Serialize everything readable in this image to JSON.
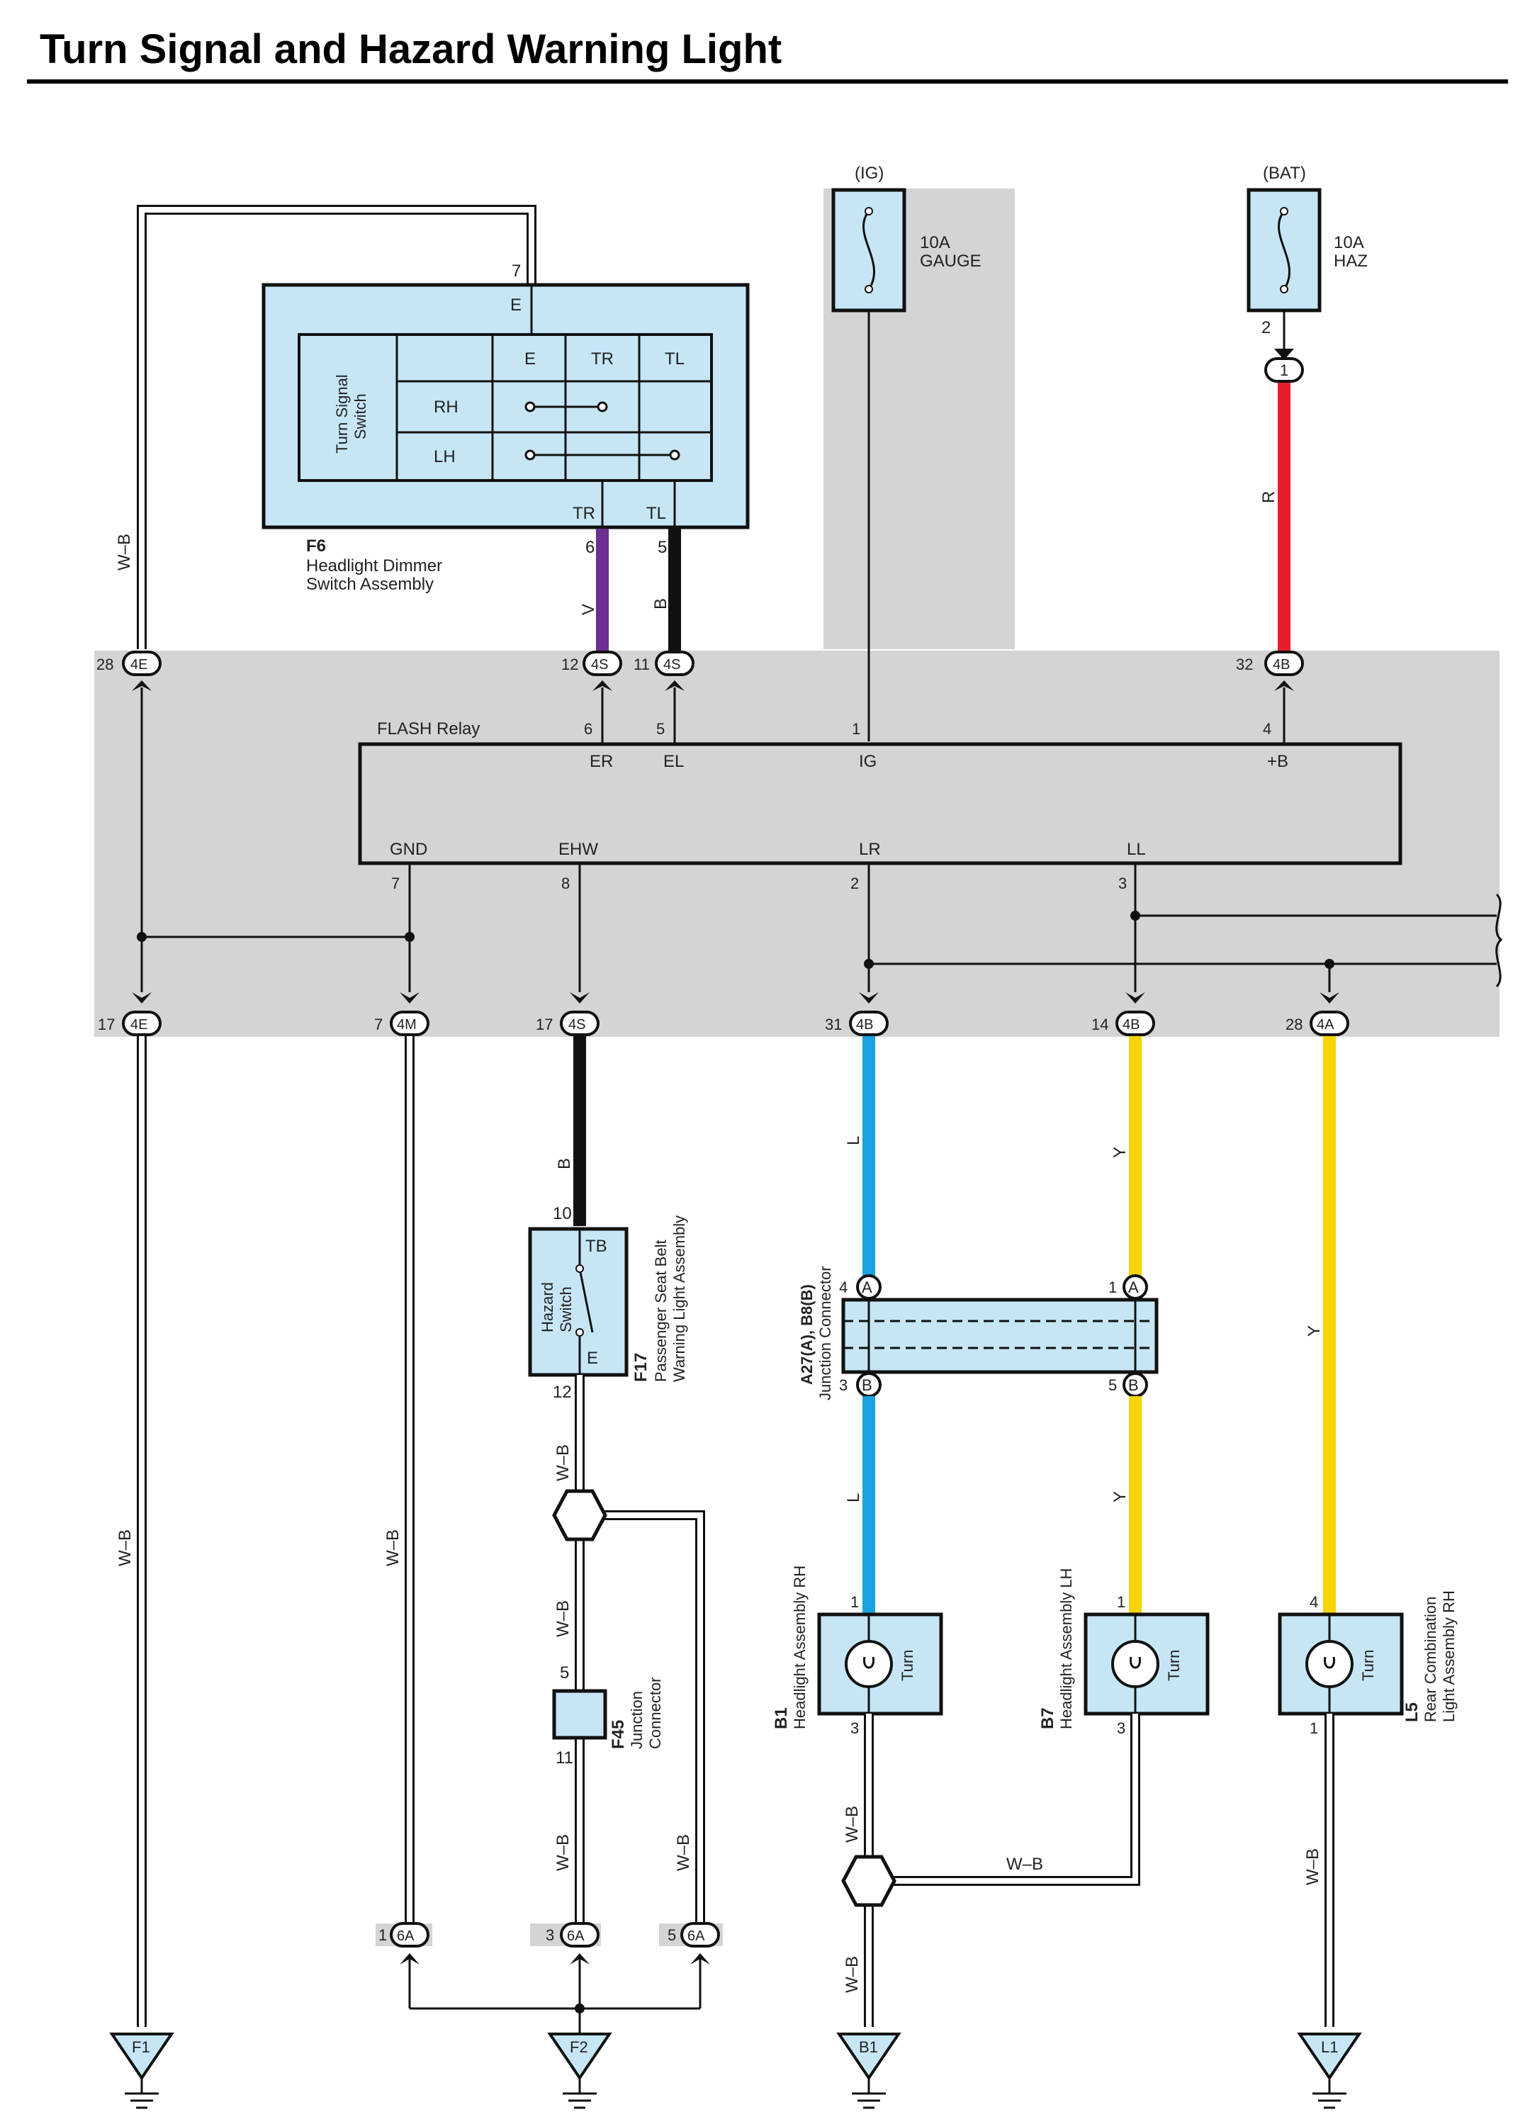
{
  "title": "Turn Signal and Hazard Warning Light",
  "colors": {
    "junction_block": "#d4d4d6",
    "component_fill": "#c6e6f6",
    "wire_violet": "#6a2f8f",
    "wire_black": "#111111",
    "wire_red": "#e51e2b",
    "wire_blue": "#1aa3e0",
    "wire_yellow": "#f7d300",
    "wire_white_black": "#ffffff"
  },
  "sources": {
    "ig": {
      "label": "(IG)",
      "fuse": "10A\nGAUGE"
    },
    "bat": {
      "label": "(BAT)",
      "fuse": "10A\nHAZ",
      "pin": "2",
      "connector_pin": "1"
    }
  },
  "f6": {
    "id": "F6",
    "name1": "Headlight Dimmer",
    "name2": "Switch Assembly",
    "switch_label1": "Turn Signal",
    "switch_label2": "Switch",
    "cols": [
      "E",
      "TR",
      "TL"
    ],
    "rows": [
      "RH",
      "LH"
    ],
    "top_pin": "7",
    "top_term": "E",
    "tr_term": "TR",
    "tl_term": "TL",
    "tr_pin": "6",
    "tl_pin": "5"
  },
  "wire_codes": {
    "wb": "W–B",
    "v": "V",
    "b": "B",
    "r": "R",
    "l": "L",
    "y": "Y"
  },
  "top_connectors": [
    {
      "pin": "28",
      "conn": "4E"
    },
    {
      "pin": "12",
      "conn": "4S"
    },
    {
      "pin": "11",
      "conn": "4S"
    },
    {
      "pin": "32",
      "conn": "4B"
    }
  ],
  "relay": {
    "name": "FLASH Relay",
    "top": [
      {
        "pin": "6",
        "term": "ER"
      },
      {
        "pin": "5",
        "term": "EL"
      },
      {
        "pin": "1",
        "term": "IG"
      },
      {
        "pin": "4",
        "term": "+B"
      }
    ],
    "bottom": [
      {
        "pin": "7",
        "term": "GND"
      },
      {
        "pin": "8",
        "term": "EHW"
      },
      {
        "pin": "2",
        "term": "LR"
      },
      {
        "pin": "3",
        "term": "LL"
      }
    ]
  },
  "bottom_connectors": [
    {
      "pin": "17",
      "conn": "4E"
    },
    {
      "pin": "7",
      "conn": "4M"
    },
    {
      "pin": "17",
      "conn": "4S"
    },
    {
      "pin": "31",
      "conn": "4B"
    },
    {
      "pin": "14",
      "conn": "4B"
    },
    {
      "pin": "28",
      "conn": "4A"
    }
  ],
  "f17": {
    "id": "F17",
    "name1": "Passenger Seat Belt",
    "name2": "Warning Light Assembly",
    "switch1": "Hazard",
    "switch2": "Switch",
    "term_top": "TB",
    "term_bottom": "E",
    "pin_top": "10",
    "pin_bottom": "12"
  },
  "f45": {
    "id": "F45",
    "name1": "Junction",
    "name2": "Connector",
    "pin_top": "5",
    "pin_bottom": "11"
  },
  "a27": {
    "id": "A27(A), B8(B)",
    "name": "Junction Connector",
    "pins": [
      "4",
      "1",
      "3",
      "5"
    ],
    "letters": [
      "A",
      "A",
      "B",
      "B"
    ]
  },
  "lamps": [
    {
      "id": "B1",
      "name": "Headlight Assembly RH",
      "label": "Turn",
      "pin_in": "1",
      "pin_out": "3"
    },
    {
      "id": "B7",
      "name": "Headlight Assembly LH",
      "label": "Turn",
      "pin_in": "1",
      "pin_out": "3"
    },
    {
      "id": "L5",
      "name1": "Rear Combination",
      "name2": "Light Assembly RH",
      "label": "Turn",
      "pin_in": "4",
      "pin_out": "1"
    }
  ],
  "ground_connectors": [
    {
      "pin": "1",
      "conn": "6A"
    },
    {
      "pin": "3",
      "conn": "6A"
    },
    {
      "pin": "5",
      "conn": "6A"
    }
  ],
  "grounds": [
    "F1",
    "F2",
    "B1",
    "L1"
  ]
}
